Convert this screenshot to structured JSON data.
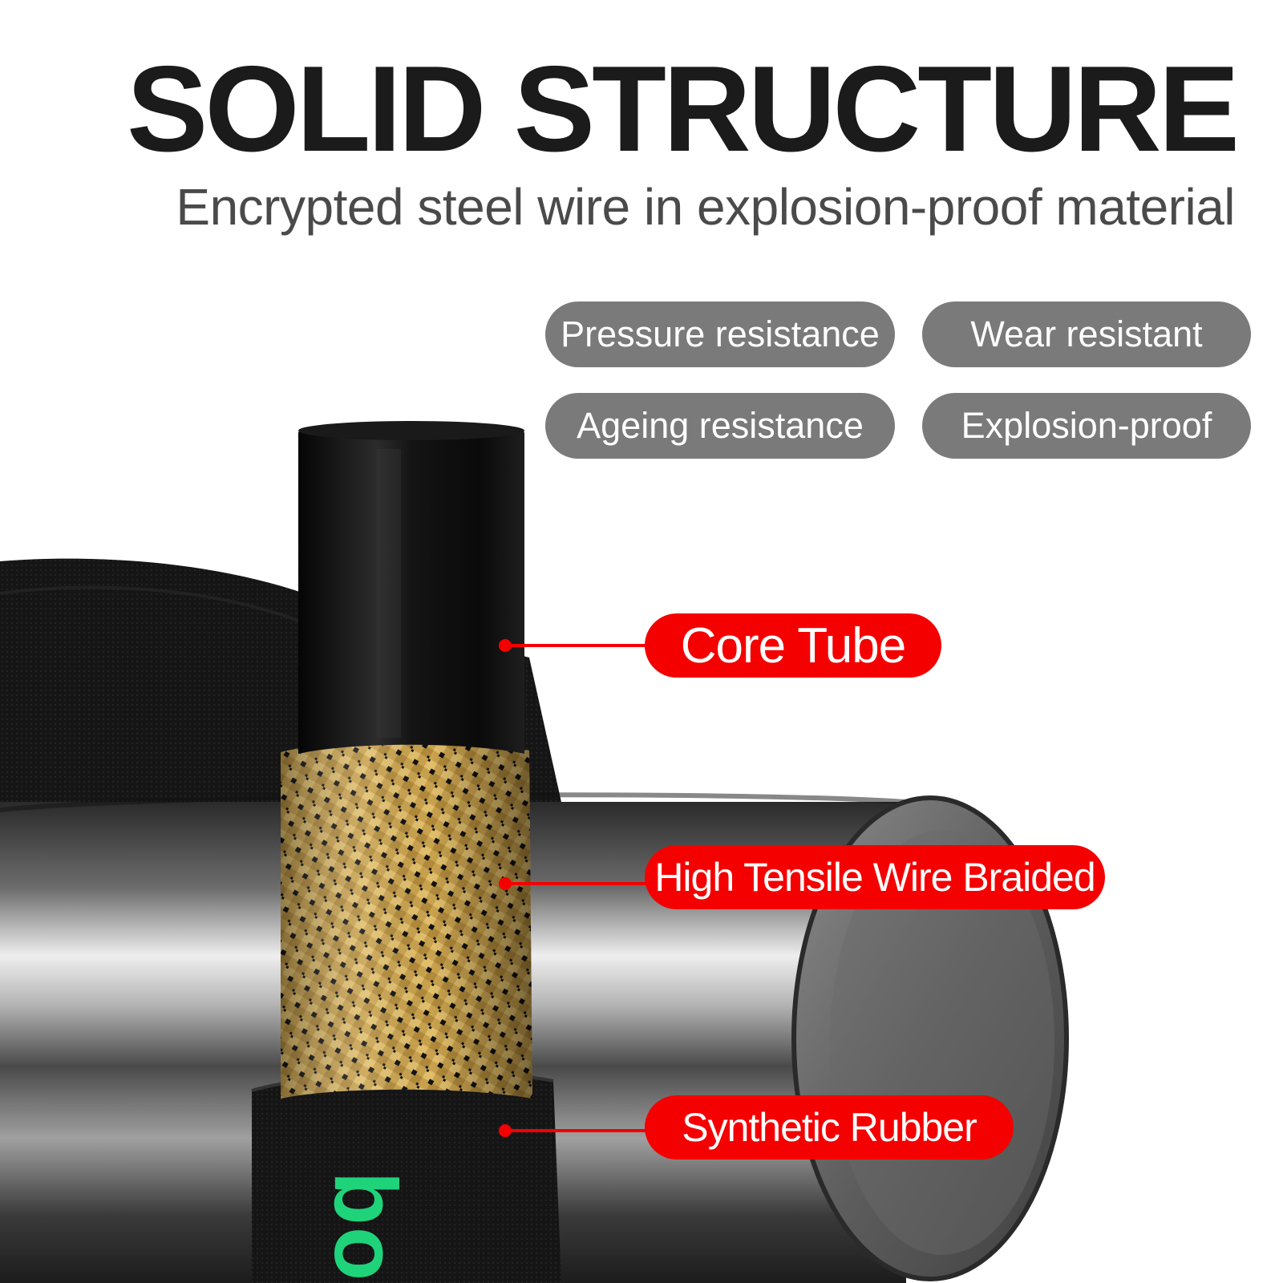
{
  "header": {
    "title": "SOLID STRUCTURE",
    "subtitle": "Encrypted steel wire in explosion-proof material"
  },
  "features": [
    "Pressure resistance",
    "Wear resistant",
    "Ageing resistance",
    "Explosion-proof"
  ],
  "layers": [
    "Core Tube",
    "High Tensile Wire Braided",
    "Synthetic Rubber"
  ],
  "brand": {
    "visible_text": "bo"
  },
  "colors": {
    "title": "#1b1b1b",
    "subtitle": "#4a4a4a",
    "feature_pill": "#7a7a7a",
    "callout": "#f40000",
    "brand_print": "#1fd37a",
    "braid": "#c9a24e",
    "rubber": "#141414"
  }
}
